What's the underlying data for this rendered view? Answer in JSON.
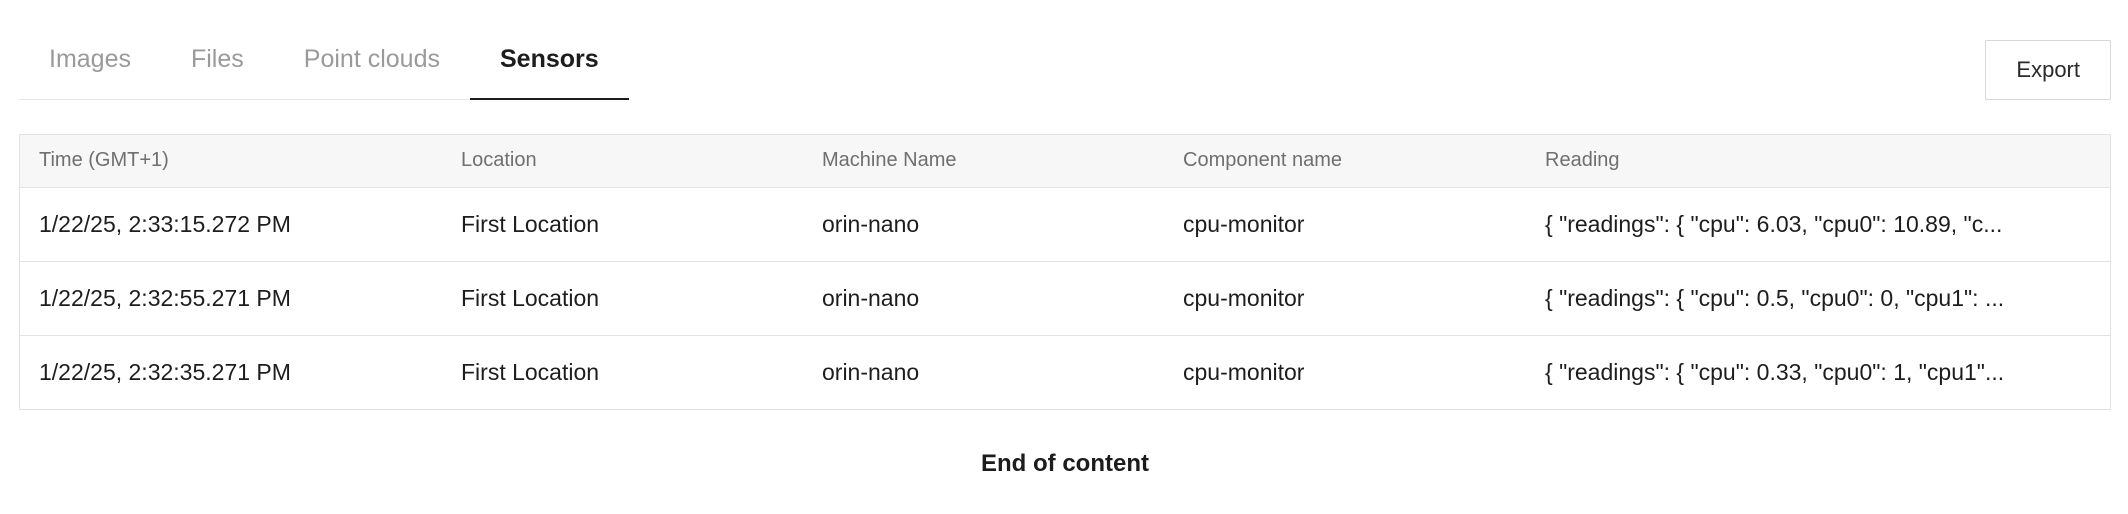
{
  "tabs": {
    "items": [
      {
        "label": "Images",
        "active": false
      },
      {
        "label": "Files",
        "active": false
      },
      {
        "label": "Point clouds",
        "active": false
      },
      {
        "label": "Sensors",
        "active": true
      }
    ]
  },
  "toolbar": {
    "export_label": "Export"
  },
  "table": {
    "columns": [
      "Time (GMT+1)",
      "Location",
      "Machine Name",
      "Component name",
      "Reading"
    ],
    "rows": [
      {
        "time": "1/22/25, 2:33:15.272 PM",
        "location": "First Location",
        "machine": "orin-nano",
        "component": "cpu-monitor",
        "reading": "{ \"readings\": { \"cpu\": 6.03, \"cpu0\": 10.89, \"c..."
      },
      {
        "time": "1/22/25, 2:32:55.271 PM",
        "location": "First Location",
        "machine": "orin-nano",
        "component": "cpu-monitor",
        "reading": "{ \"readings\": { \"cpu\": 0.5, \"cpu0\": 0, \"cpu1\": ..."
      },
      {
        "time": "1/22/25, 2:32:35.271 PM",
        "location": "First Location",
        "machine": "orin-nano",
        "component": "cpu-monitor",
        "reading": "{ \"readings\": { \"cpu\": 0.33, \"cpu0\": 1, \"cpu1\"..."
      }
    ]
  },
  "footer": {
    "end_of_content": "End of content"
  },
  "colors": {
    "active_tab": "#1c1c1c",
    "inactive_tab": "#9a9a9a",
    "table_border": "#e3e3e3",
    "header_background": "#f7f7f7",
    "header_text": "#6f6f6f"
  }
}
